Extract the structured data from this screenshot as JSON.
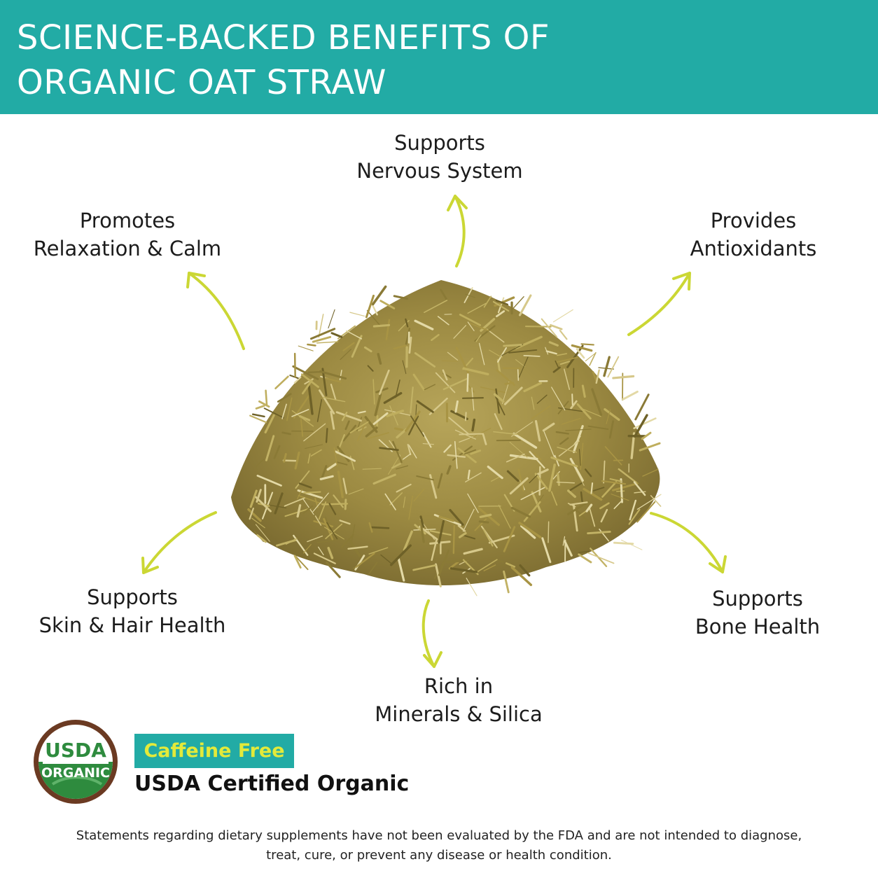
{
  "header": {
    "title_line1": "SCIENCE-BACKED BENEFITS OF",
    "title_line2": "ORGANIC OAT STRAW",
    "background_color": "#22aba5"
  },
  "benefits": {
    "nervous": {
      "line1": "Supports",
      "line2": "Nervous System"
    },
    "relaxation": {
      "line1": "Promotes",
      "line2": "Relaxation & Calm"
    },
    "antioxidants": {
      "line1": "Provides",
      "line2": "Antioxidants"
    },
    "skin_hair": {
      "line1": "Supports",
      "line2": "Skin & Hair Health"
    },
    "bone": {
      "line1": "Supports",
      "line2": "Bone Health"
    },
    "minerals": {
      "line1": "Rich in",
      "line2": "Minerals & Silica"
    }
  },
  "arrow_color": "#cbd734",
  "seal": {
    "top_text": "USDA",
    "bottom_text": "ORGANIC",
    "ring_color": "#6b3a22",
    "green": "#2e8b3e"
  },
  "badge": {
    "caffeine_free": "Caffeine Free",
    "badge_color": "#22aba5",
    "text_color": "#e3ea3a"
  },
  "certified_text": "USDA Certified Organic",
  "disclaimer": {
    "line1": "Statements regarding dietary supplements have not been evaluated by the FDA and are not intended to diagnose,",
    "line2": "treat, cure, or prevent any disease or health condition."
  }
}
